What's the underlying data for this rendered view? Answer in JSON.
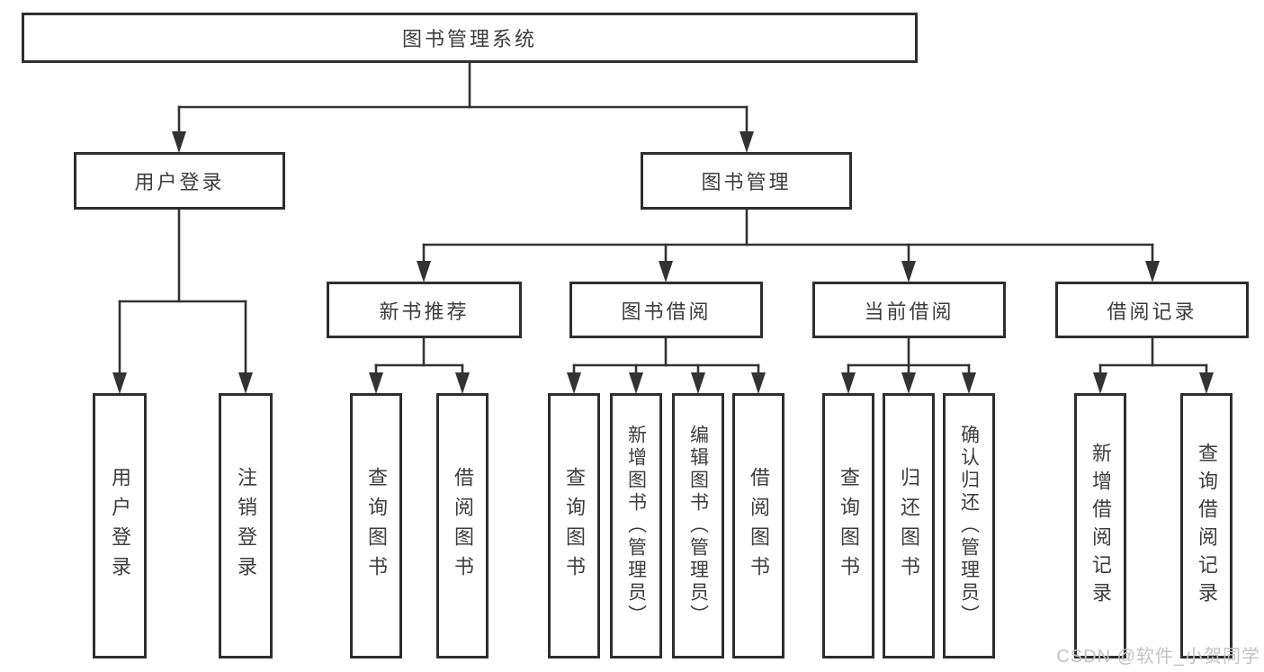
{
  "tree": {
    "root": {
      "label": "图书管理系统"
    },
    "level2": [
      {
        "label": "用户登录",
        "children": [
          {
            "label": "用户登录"
          },
          {
            "label": "注销登录"
          }
        ]
      },
      {
        "label": "图书管理"
      }
    ],
    "level3": [
      {
        "label": "新书推荐",
        "children": [
          {
            "label": "查询图书"
          },
          {
            "label": "借阅图书"
          }
        ]
      },
      {
        "label": "图书借阅",
        "children": [
          {
            "label": "查询图书"
          },
          {
            "label": "新增图书（管理员）"
          },
          {
            "label": "编辑图书（管理员）"
          },
          {
            "label": "借阅图书"
          }
        ]
      },
      {
        "label": "当前借阅",
        "children": [
          {
            "label": "查询图书"
          },
          {
            "label": "归还图书"
          },
          {
            "label": "确认归还（管理员）"
          }
        ]
      },
      {
        "label": "借阅记录",
        "children": [
          {
            "label": "新增借阅记录"
          },
          {
            "label": "查询借阅记录"
          }
        ]
      }
    ]
  },
  "watermark": {
    "text": "CSDN @软件_小贺同学"
  },
  "colors": {
    "line": "#333333",
    "box_border": "#2e2e2e",
    "text": "#3d3d3d",
    "background": "#ffffff",
    "watermark": "#c3c3c3"
  }
}
